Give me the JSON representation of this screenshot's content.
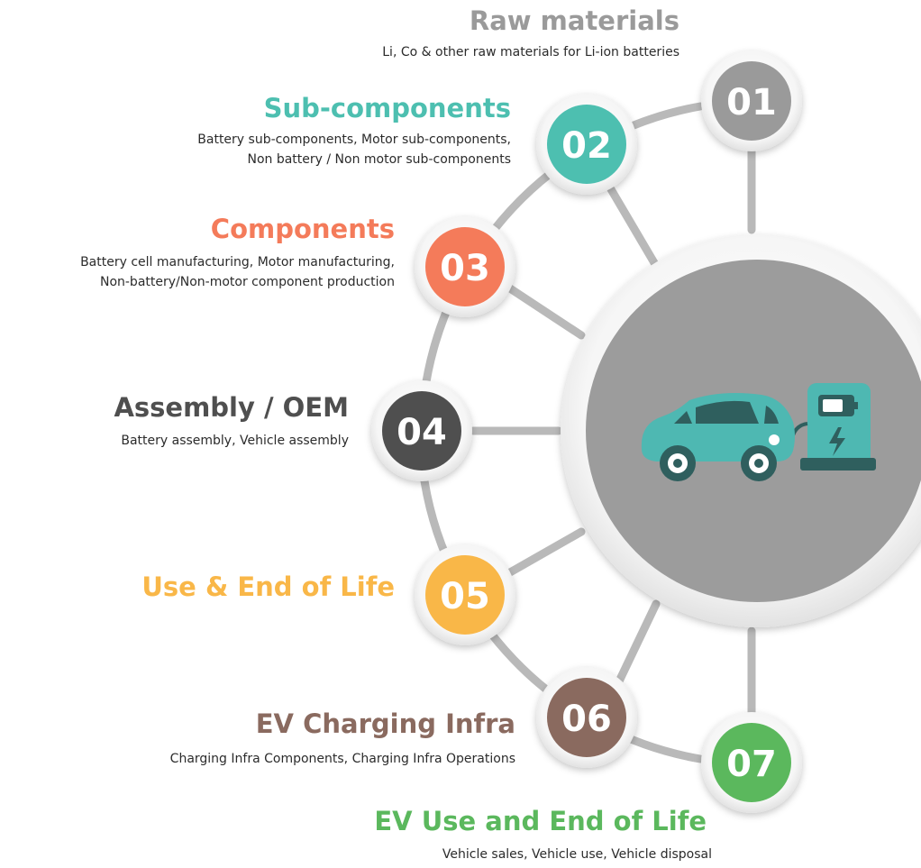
{
  "steps": [
    {
      "num": "01",
      "title": "Raw materials",
      "line1": "Li, Co & other raw materials for Li-ion batteries",
      "line2": "",
      "color": "#9a9a9a"
    },
    {
      "num": "02",
      "title": "Sub-components",
      "line1": "Battery sub-components, Motor sub-components,",
      "line2": "Non battery / Non motor sub-components",
      "color": "#4dbfb0"
    },
    {
      "num": "03",
      "title": "Components",
      "line1": "Battery cell manufacturing, Motor manufacturing,",
      "line2": "Non-battery/Non-motor component production",
      "color": "#f47b5a"
    },
    {
      "num": "04",
      "title": "Assembly / OEM",
      "line1": "Battery assembly, Vehicle assembly",
      "line2": "",
      "color": "#4f4f4f"
    },
    {
      "num": "05",
      "title": "Use & End of Life",
      "line1": "",
      "line2": "",
      "color": "#f9b748"
    },
    {
      "num": "06",
      "title": "EV Charging Infra",
      "line1": "Charging Infra Components, Charging Infra Operations",
      "line2": "",
      "color": "#8a6a5f"
    },
    {
      "num": "07",
      "title": "EV Use and End of Life",
      "line1": "Vehicle sales, Vehicle use, Vehicle disposal",
      "line2": "",
      "color": "#5bb85d"
    }
  ],
  "center": {
    "icon": "electric-car-charging-icon",
    "color": "#9c9c9c",
    "accent": "#4eb8b2"
  }
}
